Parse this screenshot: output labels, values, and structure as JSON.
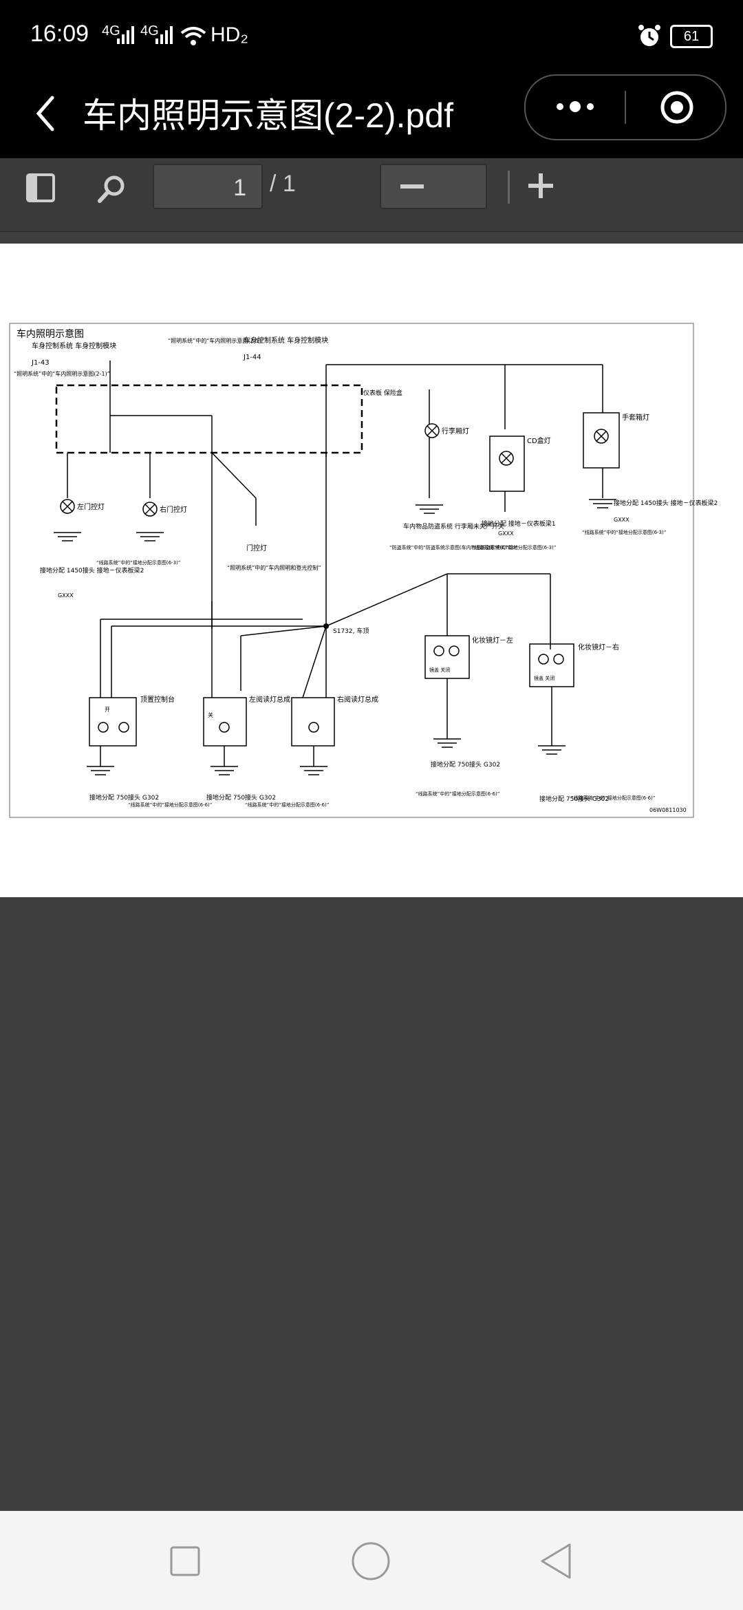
{
  "status": {
    "time": "16:09",
    "signal1": "4G",
    "signal2": "4G",
    "network": "HD₂",
    "battery": "61"
  },
  "titlebar": {
    "title": "车内照明示意图(2-2).pdf"
  },
  "toolbar": {
    "page_value": "1",
    "page_total": "/ 1"
  },
  "diagram": {
    "title": "车内照明示意图",
    "doc_id": "06W0811030",
    "labels": {
      "bcm_left": "车身控制系统 车身控制模块",
      "bcm_left_conn": "J1-43",
      "bcm_mid": "车身控制系统 车身控制模块",
      "bcm_mid_conn": "J1-44",
      "ref_top_mid": "“照明系统”中的“车内照明示意图(2-1)”",
      "ref_left": "“照明系统”中的“车内照明示意图(2-1)”",
      "ip_fuse": "仪表板 保险盒",
      "trunk_lamp": "行李厢灯",
      "cd_lamp": "CD盒灯",
      "glovebox_lamp": "手套箱灯",
      "left_door_lamp": "左门控灯",
      "right_door_lamp": "右门控灯",
      "door_lamp": "门控灯",
      "ref_door": "“照明系统”中的“车内照明和登光控制”",
      "trunk_switch": "车内物品防盗系统 行李厢未关严开关",
      "ref_theft": "“防盗系统”中的“防盗系统示意图(车内物品防盗系统(CTD))”",
      "ground_ip1": "接地分配 接地－仪表板梁1",
      "ground_ip2": "接地分配 1450接头 接地－仪表板梁2",
      "ground_left": "接地分配 1450接头 接地－仪表板梁2",
      "gxxx": "GXXX",
      "ref_wiring": "“线路系统”中的“接地分配示意图(6-3)”",
      "ref_wiring6": "“线路系统”中的“接地分配示意图(6-6)”",
      "vanity_left": "化妆镜灯－左",
      "vanity_right": "化妆镜灯－右",
      "dome_control": "顶置控制台",
      "left_reading": "左阅读灯总成",
      "right_reading": "右阅读灯总成",
      "splice": "S1732, 车顶",
      "ground_g302": "接地分配 750接头 G302",
      "mirror_off": "镜盖 关闭",
      "open": "开",
      "close": "关"
    }
  }
}
